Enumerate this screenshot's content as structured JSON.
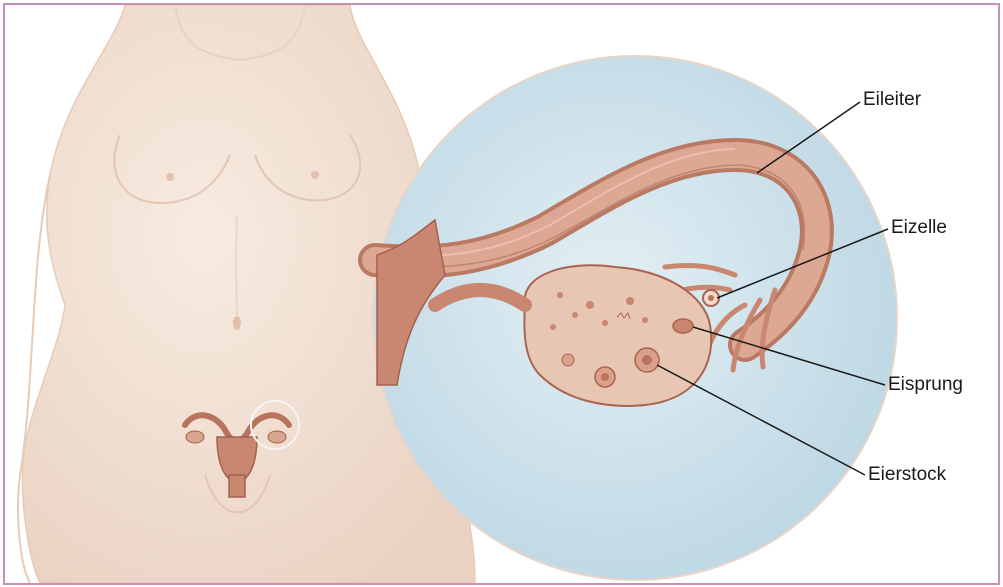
{
  "labels": {
    "oviduct": "Eileiter",
    "egg_cell": "Eizelle",
    "ovulation": "Eisprung",
    "ovary": "Eierstock"
  },
  "colors": {
    "frame_border": "#c98fb8",
    "skin": "#f4e3d6",
    "circle_fill": "#cfe3ec",
    "tissue": "#d29a85",
    "tissue_dark": "#a86450",
    "ovary_fill": "#e8c6b4"
  }
}
